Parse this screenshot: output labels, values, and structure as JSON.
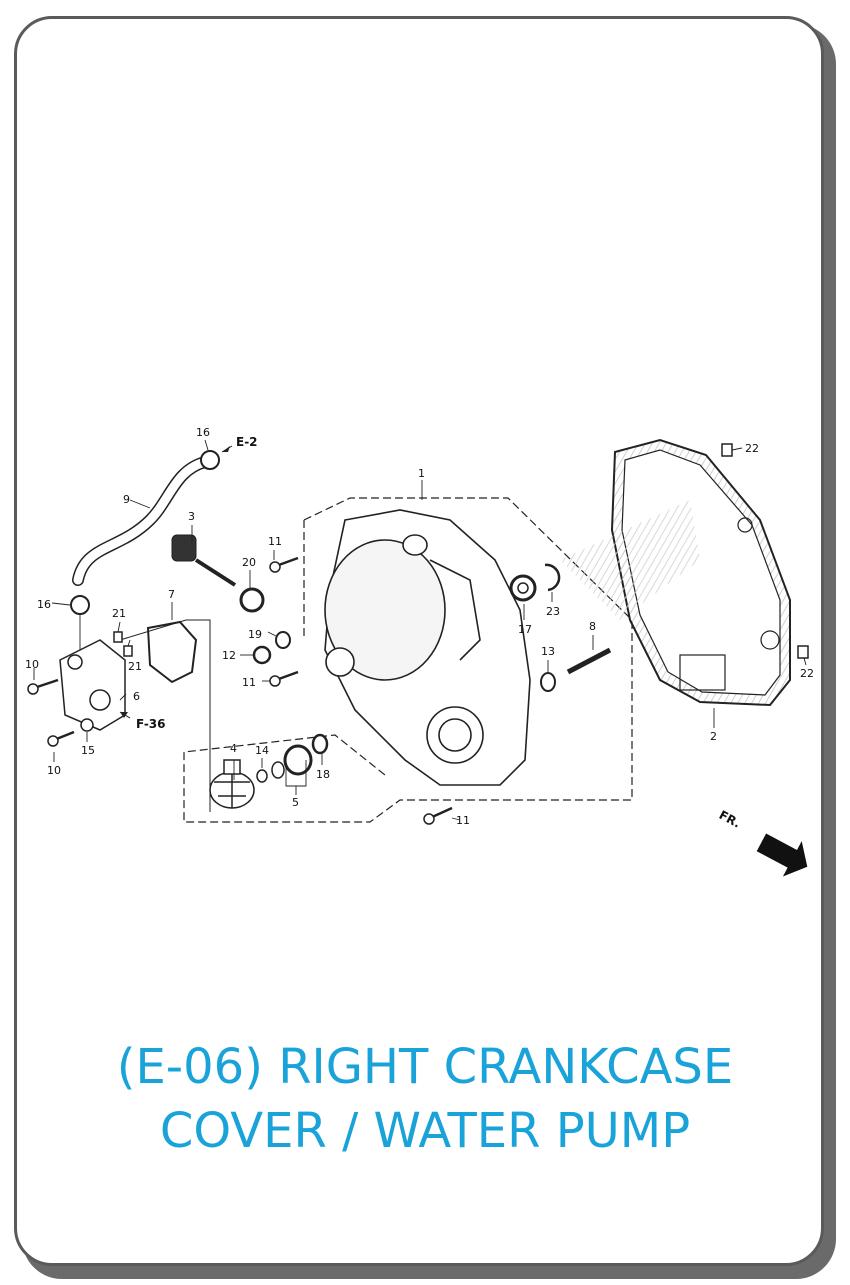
{
  "title": {
    "line1": "(E-06) RIGHT CRANKCASE",
    "line2": "COVER / WATER PUMP"
  },
  "references": {
    "e2": "E-2",
    "f36": "F-36",
    "front": "FR."
  },
  "callouts": {
    "c1": "1",
    "c2": "2",
    "c3": "3",
    "c4": "4",
    "c5": "5",
    "c6": "6",
    "c7": "7",
    "c8": "8",
    "c9": "9",
    "c10a": "10",
    "c10b": "10",
    "c11a": "11",
    "c11b": "11",
    "c11c": "11",
    "c12": "12",
    "c13": "13",
    "c14": "14",
    "c15": "15",
    "c16a": "16",
    "c16b": "16",
    "c17": "17",
    "c18": "18",
    "c19": "19",
    "c20": "20",
    "c21a": "21",
    "c21b": "21",
    "c22a": "22",
    "c22b": "22",
    "c23": "23"
  },
  "colors": {
    "title": "#1aa3d9",
    "line": "#222222",
    "frame": "#5a5a5a"
  }
}
